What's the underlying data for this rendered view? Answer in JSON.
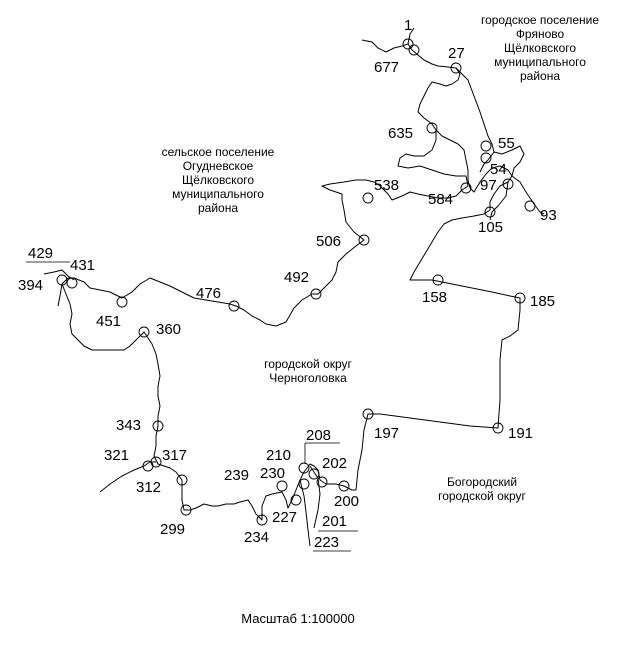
{
  "regions": {
    "fryanovo": [
      "городское поселение",
      "Фряново",
      "Щёлковского",
      "муниципального",
      "района"
    ],
    "ogudnevskoe": [
      "сельское поселение",
      "Огудневское",
      "Щёлковского",
      "муниципального",
      "района"
    ],
    "chernogolovka": [
      "городской округ",
      "Черноголовка"
    ],
    "bogorodsky": [
      "Богородский",
      "городской округ"
    ]
  },
  "points": {
    "p1": "1",
    "p677": "677",
    "p27": "27",
    "p635": "635",
    "p55": "55",
    "p54": "54",
    "p97": "97",
    "p584": "584",
    "p538": "538",
    "p93": "93",
    "p105": "105",
    "p506": "506",
    "p492": "492",
    "p158": "158",
    "p185": "185",
    "p429": "429",
    "p431": "431",
    "p394": "394",
    "p476": "476",
    "p451": "451",
    "p360": "360",
    "p197": "197",
    "p191": "191",
    "p343": "343",
    "p208": "208",
    "p210": "210",
    "p202": "202",
    "p321": "321",
    "p317": "317",
    "p239": "239",
    "p230": "230",
    "p312": "312",
    "p200": "200",
    "p227": "227",
    "p201": "201",
    "p299": "299",
    "p234": "234",
    "p223": "223"
  },
  "scale": "Масштаб 1:100000"
}
